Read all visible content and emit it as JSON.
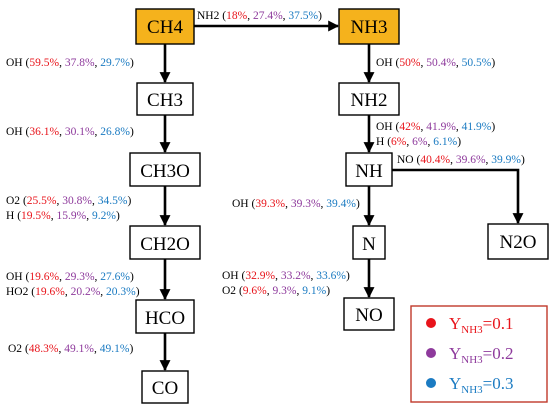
{
  "colors": {
    "y01": "#e8141b",
    "y02": "#8e3a9c",
    "y03": "#1b7bc2",
    "highlight": "#f5b21c",
    "legend_border": "#c0392b"
  },
  "species": {
    "ch4": "CH4",
    "ch3": "CH3",
    "ch3o": "CH3O",
    "ch2o": "CH2O",
    "hco": "HCO",
    "co": "CO",
    "nh3": "NH3",
    "nh2": "NH2",
    "nh": "NH",
    "n": "N",
    "no": "NO",
    "n2o": "N2O"
  },
  "reactions": {
    "ch4_nh3": {
      "sp": "NH2",
      "v": [
        "18%",
        "27.4%",
        "37.5%"
      ]
    },
    "ch4_ch3": {
      "sp": "OH",
      "v": [
        "59.5%",
        "37.8%",
        "29.7%"
      ]
    },
    "ch3_ch3o": {
      "sp": "OH",
      "v": [
        "36.1%",
        "30.1%",
        "26.8%"
      ]
    },
    "ch3o_ch2o_a": {
      "sp": "O2",
      "v": [
        "25.5%",
        "30.8%",
        "34.5%"
      ]
    },
    "ch3o_ch2o_b": {
      "sp": "H",
      "v": [
        "19.5%",
        "15.9%",
        "9.2%"
      ]
    },
    "ch2o_hco_a": {
      "sp": "OH",
      "v": [
        "19.6%",
        "29.3%",
        "27.6%"
      ]
    },
    "ch2o_hco_b": {
      "sp": "HO2",
      "v": [
        "19.6%",
        "20.2%",
        "20.3%"
      ]
    },
    "hco_co": {
      "sp": "O2",
      "v": [
        "48.3%",
        "49.1%",
        "49.1%"
      ]
    },
    "nh3_nh2": {
      "sp": "OH",
      "v": [
        "50%",
        "50.4%",
        "50.5%"
      ]
    },
    "nh2_nh_a": {
      "sp": "OH",
      "v": [
        "42%",
        "41.9%",
        "41.9%"
      ]
    },
    "nh2_nh_b": {
      "sp": "H",
      "v": [
        "6%",
        "6%",
        "6.1%"
      ]
    },
    "nh_n2o": {
      "sp": "NO",
      "v": [
        "40.4%",
        "39.6%",
        "39.9%"
      ]
    },
    "nh_n": {
      "sp": "OH",
      "v": [
        "39.3%",
        "39.3%",
        "39.4%"
      ]
    },
    "n_no_a": {
      "sp": "OH",
      "v": [
        "32.9%",
        "33.2%",
        "33.6%"
      ]
    },
    "n_no_b": {
      "sp": "O2",
      "v": [
        "9.6%",
        "9.3%",
        "9.1%"
      ]
    }
  },
  "legend": {
    "items": [
      {
        "main": "Y",
        "sub": "NH3",
        "val": "=0.1"
      },
      {
        "main": "Y",
        "sub": "NH3",
        "val": "=0.2"
      },
      {
        "main": "Y",
        "sub": "NH3",
        "val": "=0.3"
      }
    ]
  }
}
